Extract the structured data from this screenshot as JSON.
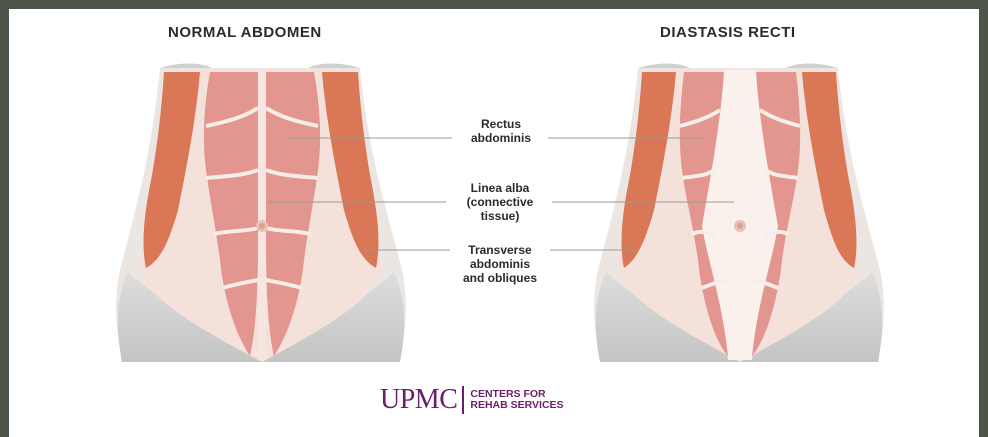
{
  "diagram": {
    "left_title": "NORMAL ABDOMEN",
    "right_title": "DIASTASIS RECTI",
    "labels": {
      "rectus": [
        "Rectus",
        "abdominis"
      ],
      "linea": [
        "Linea alba",
        "(connective",
        "tissue)"
      ],
      "transverse": [
        "Transverse",
        "abdominis",
        "and obliques"
      ]
    }
  },
  "logo": {
    "mark": "UPMC",
    "line1": "CENTERS FOR",
    "line2": "REHAB SERVICES"
  },
  "colors": {
    "muscle": "#e3958f",
    "oblique": "#d97757",
    "fascia": "#f5e2da",
    "skin": "#ece7e4",
    "hip": "#c9c9c9",
    "linea": "#faf1ec",
    "brand": "#6b1e6b"
  }
}
